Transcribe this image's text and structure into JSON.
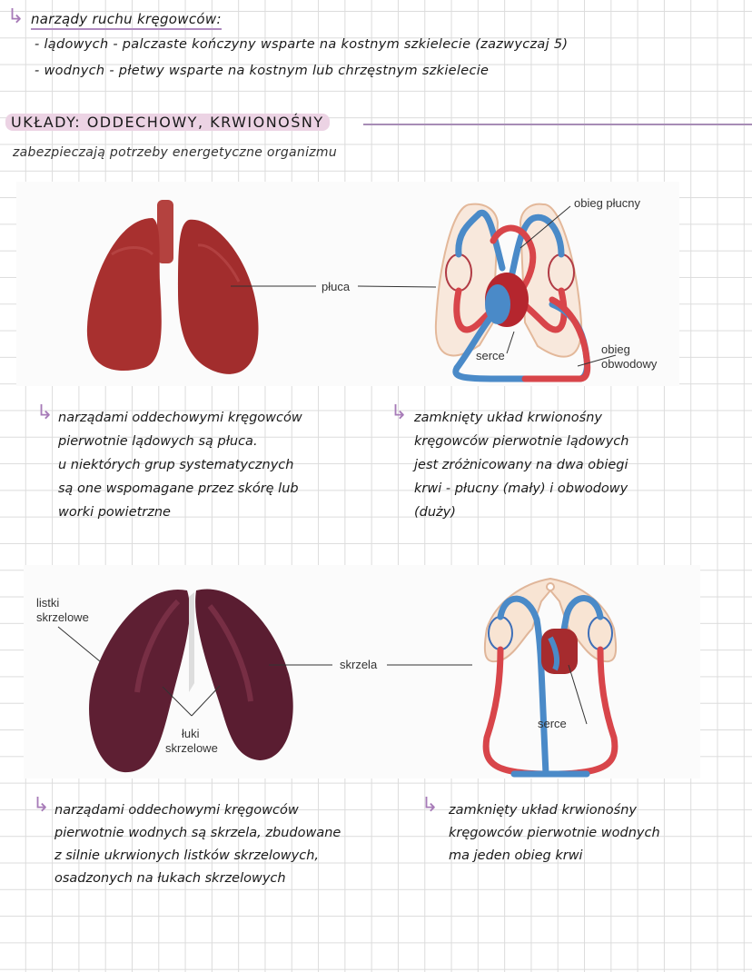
{
  "top_notes": {
    "title": "narządy ruchu kręgowców:",
    "items": [
      "- lądowych - palczaste kończyny wsparte na kostnym szkielecie (zazwyczaj 5)",
      "- wodnych - płetwy wsparte na kostnym lub chrzęstnym szkielecie"
    ]
  },
  "section": {
    "heading": "UKŁADY: ODDECHOWY, KRWIONOŚNY",
    "subtitle": "zabezpieczają potrzeby energetyczne organizmu"
  },
  "figure1": {
    "lungs_label": "płuca",
    "pulmonary_label": "obieg płucny",
    "heart_label": "serce",
    "systemic_label_1": "obieg",
    "systemic_label_2": "obwodowy"
  },
  "note_land_resp": {
    "lines": [
      "narządami oddechowymi kręgowców",
      "pierwotnie lądowych są płuca.",
      "u niektórych grup systematycznych",
      "są one wspomagane przez skórę lub",
      "worki powietrzne"
    ]
  },
  "note_land_circ": {
    "lines": [
      "zamknięty układ krwionośny",
      "kręgowców pierwotnie lądowych",
      "jest zróżnicowany na dwa obiegi",
      "krwi - płucny (mały) i obwodowy",
      "(duży)"
    ]
  },
  "figure2": {
    "filaments_label_1": "listki",
    "filaments_label_2": "skrzelowe",
    "arches_label_1": "łuki",
    "arches_label_2": "skrzelowe",
    "gills_label": "skrzela",
    "heart_label": "serce"
  },
  "note_water_resp": {
    "lines": [
      "narządami oddechowymi kręgowców",
      "pierwotnie wodnych są skrzela, zbudowane",
      "z silnie ukrwionych listków skrzelowych,",
      "osadzonych na łukach skrzelowych"
    ]
  },
  "note_water_circ": {
    "lines": [
      "zamknięty układ krwionośny",
      "kręgowców pierwotnie wodnych",
      "ma jeden obieg krwi"
    ]
  },
  "glyphs": {
    "arrow": "↳",
    "bullet_dash": "–"
  },
  "colors": {
    "accent_purple": "#a77bb8",
    "highlight_pink": "#ecd3e4",
    "artery_red": "#d8454a",
    "vein_blue": "#4a8ac8",
    "lung_red": "#a8302f",
    "gill_purple": "#5e1f33"
  }
}
